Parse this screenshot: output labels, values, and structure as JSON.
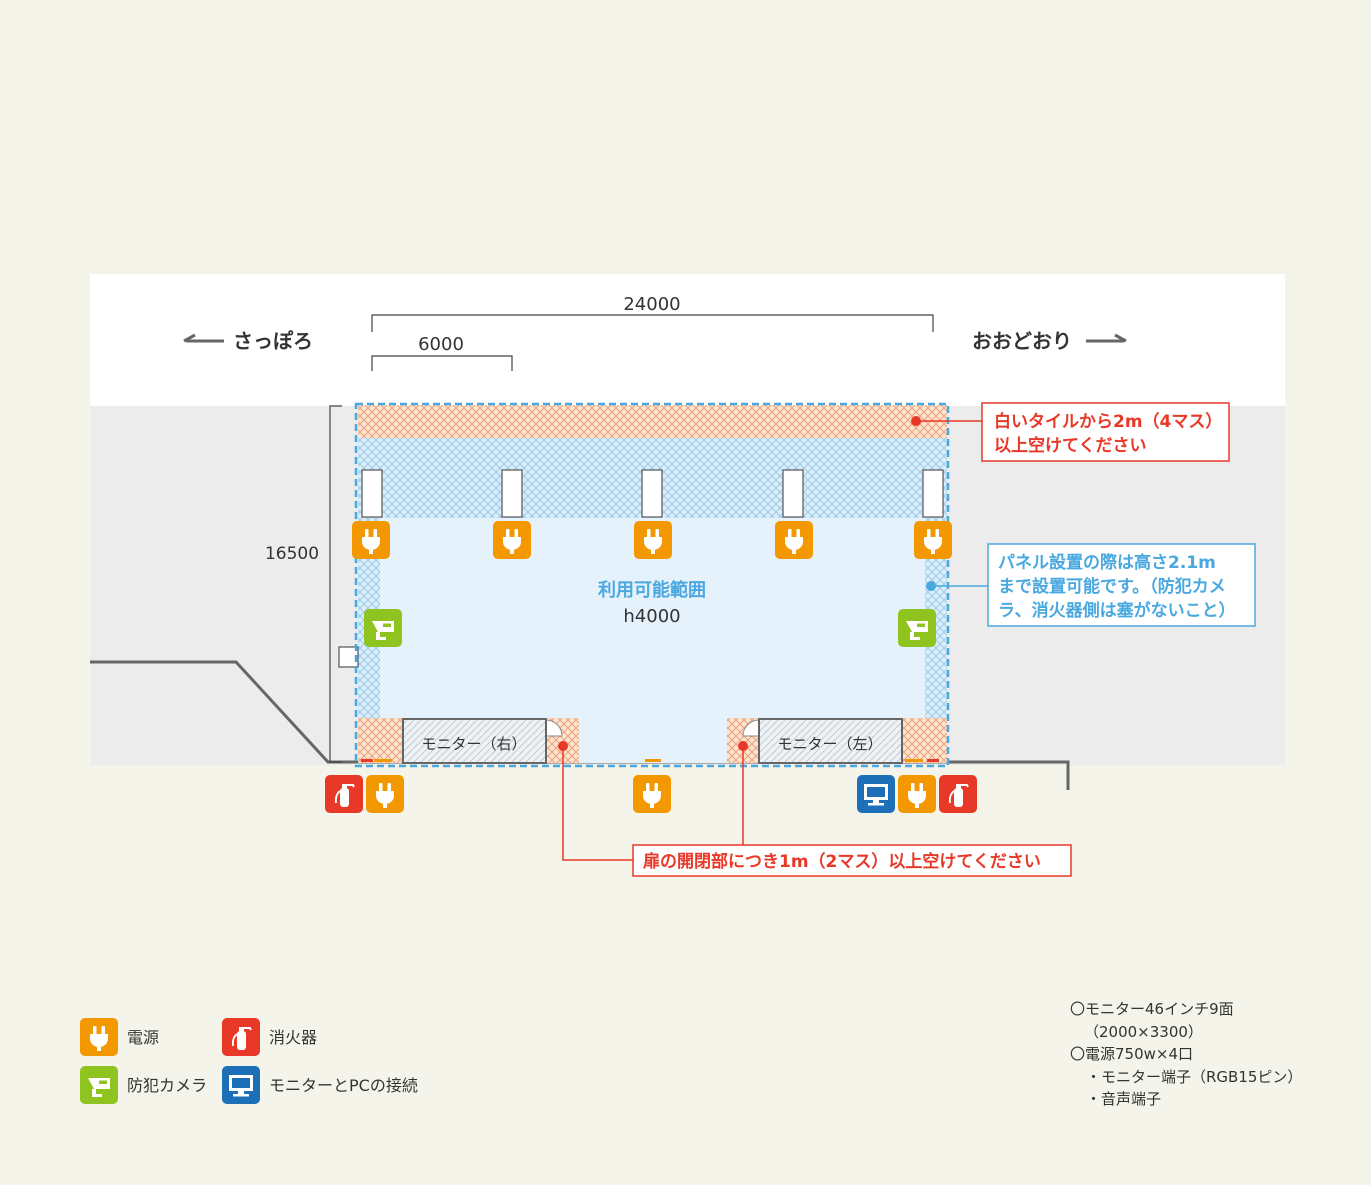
{
  "directions": {
    "left": "さっぽろ",
    "right": "おおどおり"
  },
  "dimensions": {
    "total_width": "24000",
    "grid_width": "6000",
    "depth": "16500"
  },
  "area": {
    "label": "利用可能範囲",
    "height": "h4000"
  },
  "monitors": {
    "right": "モニター（右）",
    "left": "モニター（左）"
  },
  "callouts": {
    "tile_gap": [
      "白いタイルから2m（4マス）",
      "以上空けてください"
    ],
    "panel_height": [
      "パネル設置の際は高さ2.1m",
      "まで設置可能です。（防犯カメ",
      "ラ、消火器側は塞がないこと）"
    ],
    "door_gap": "扉の開閉部につき1m（2マス）以上空けてください"
  },
  "legend": {
    "power": "電源",
    "extinguisher": "消火器",
    "camera": "防犯カメラ",
    "pc": "モニターとPCの接続"
  },
  "notes": [
    "〇モニター46インチ9面",
    "（2000×3300）",
    "〇電源750w×4口",
    "・モニター端子（RGB15ピン）",
    "・音声端子"
  ],
  "icons": {
    "power": "power-plug-icon",
    "camera": "security-camera-icon",
    "extinguisher": "fire-extinguisher-icon",
    "pc": "monitor-icon"
  },
  "colors": {
    "power": "#f39800",
    "camera": "#8fc31f",
    "extinguisher": "#e83828",
    "pc": "#1d6fb8",
    "accent_red": "#e83828",
    "accent_blue": "#4aa8e0"
  }
}
